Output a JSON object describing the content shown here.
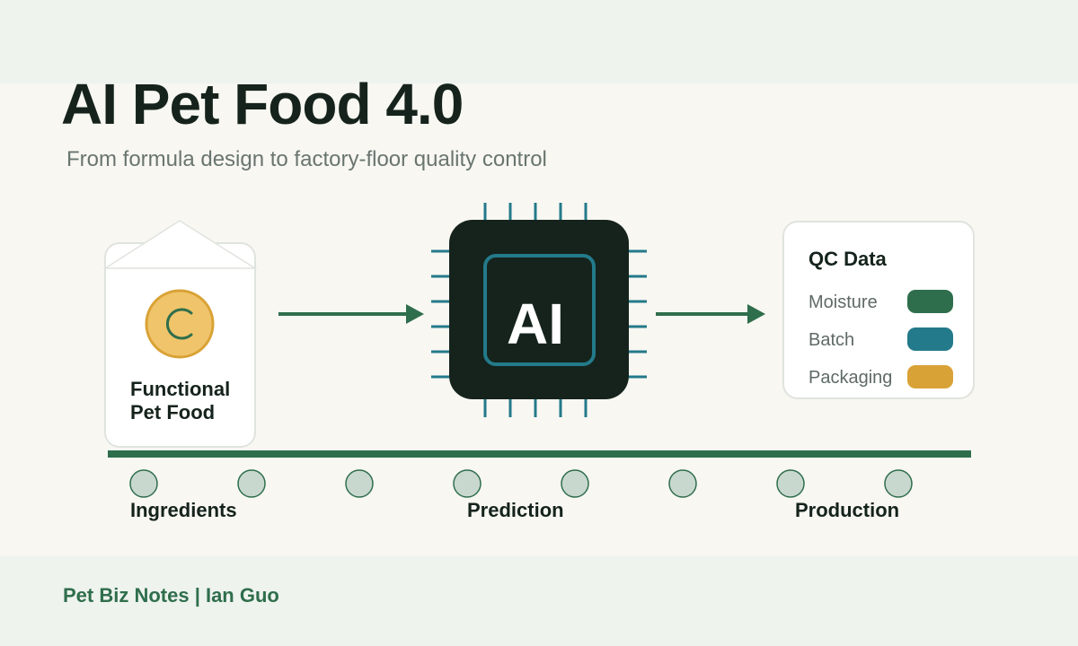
{
  "header": {
    "title": "AI Pet Food 4.0",
    "subtitle": "From formula design to factory-floor quality control"
  },
  "diagram": {
    "product": {
      "label_line1": "Functional",
      "label_line2": "Pet Food"
    },
    "chip": {
      "label": "AI"
    },
    "qc_panel": {
      "title": "QC Data",
      "rows": [
        {
          "label": "Moisture",
          "color": "#2f6e4c"
        },
        {
          "label": "Batch",
          "color": "#237a8a"
        },
        {
          "label": "Packaging",
          "color": "#d9a236"
        }
      ]
    },
    "stages": [
      "Ingredients",
      "Prediction",
      "Production"
    ]
  },
  "footer": {
    "credit": "Pet Biz Notes | Ian Guo"
  },
  "colors": {
    "green": "#2f6e4c",
    "teal": "#237a8a",
    "gold": "#d9a236",
    "dark": "#15231c",
    "panel_border": "#e0e4de",
    "roller_fill": "#c9d8cf"
  }
}
